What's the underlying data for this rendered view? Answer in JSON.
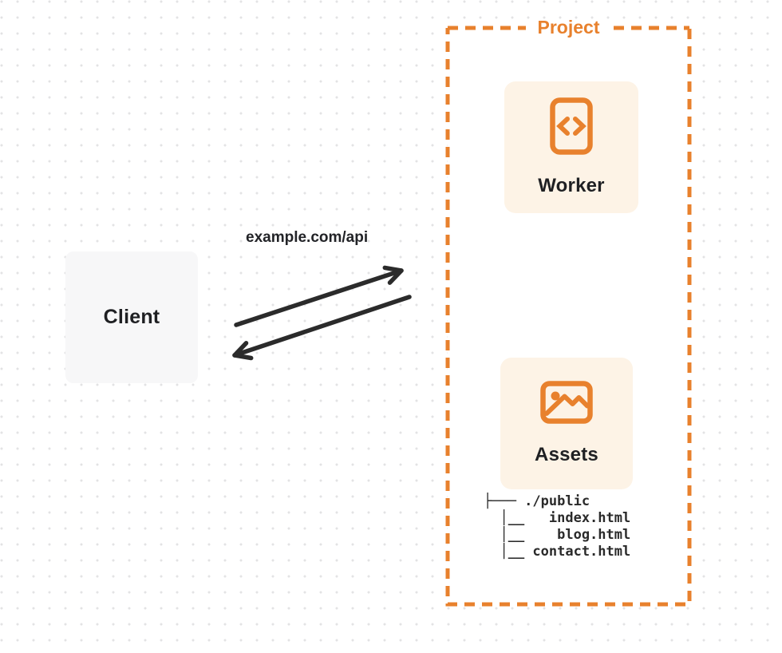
{
  "diagram_title": "Cloudflare Worker with static assets routing diagram",
  "client": {
    "label": "Client"
  },
  "request": {
    "label": "example.com/api"
  },
  "project": {
    "label": "Project",
    "worker": {
      "label": "Worker",
      "icon": "code-icon"
    },
    "assets": {
      "label": "Assets",
      "icon": "image-icon"
    },
    "file_tree": {
      "text": "├─── ./public\n  │__   index.html\n  │__    blog.html\n  │__ contact.html",
      "root": "./public",
      "files": [
        "index.html",
        "blog.html",
        "contact.html"
      ]
    }
  },
  "icons": [
    "code-icon",
    "image-icon"
  ],
  "colors": {
    "accent_orange": "#e8812d",
    "card_cream": "#fdf3e6",
    "arrow_dark": "#2b2b2b",
    "client_gray": "#f7f7f8",
    "text_dark": "#1f2023",
    "dot_grid": "#e3e3e4",
    "background": "#ffffff"
  }
}
